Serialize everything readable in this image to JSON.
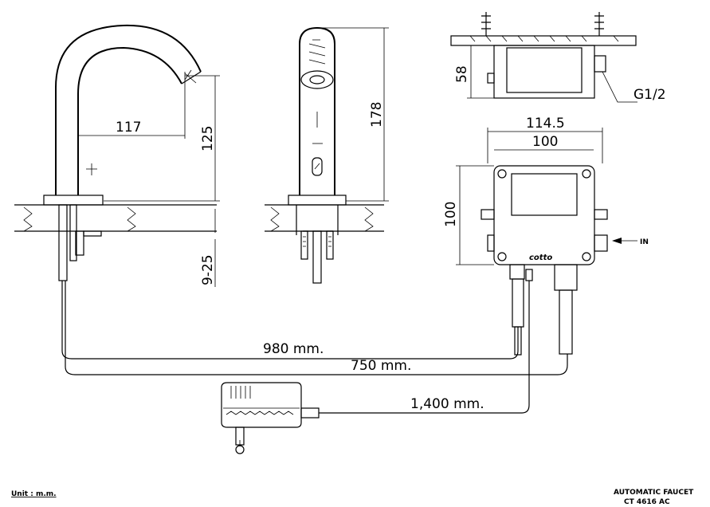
{
  "dimensions": {
    "spout_reach": "117",
    "spout_height": "125",
    "deck_thickness": "9-25",
    "body_height": "178",
    "box_height": "58",
    "inlet_thread": "G1/2",
    "box_outer_width": "114.5",
    "box_inner_width": "100",
    "box_side": "100",
    "sensor_cable": "980 mm.",
    "hose_length": "750 mm.",
    "adapter_cable": "1,400 mm."
  },
  "labels": {
    "inlet": "IN",
    "brand": "cotto",
    "unit": "Unit  :  m.m.",
    "product_name": "AUTOMATIC FAUCET",
    "model": "CT 4616 AC"
  }
}
